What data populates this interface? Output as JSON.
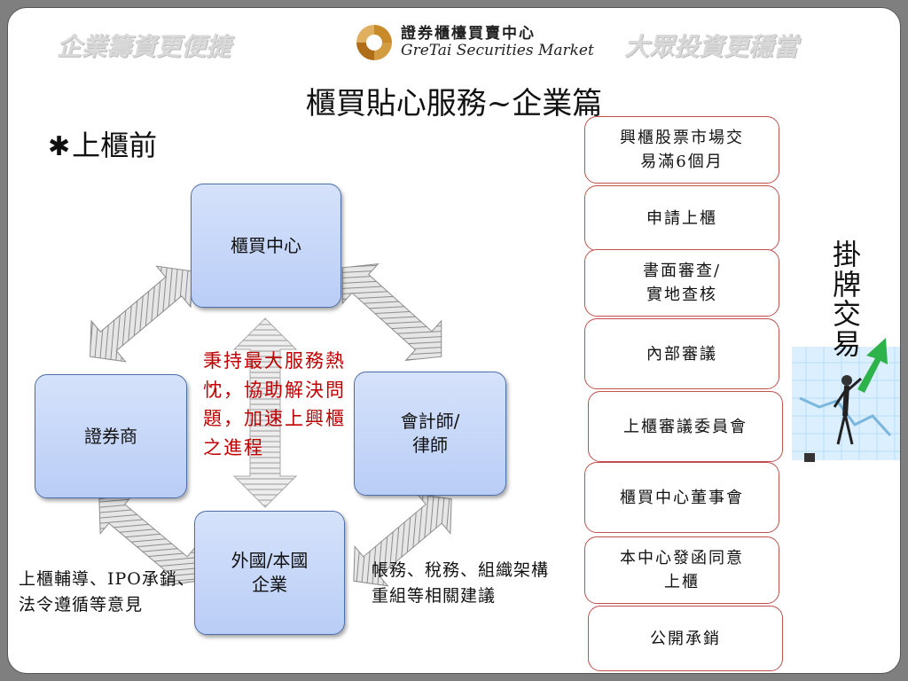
{
  "header": {
    "slogan_left": "企業籌資更便捷",
    "slogan_right": "大眾投資更穩當",
    "logo_text_zh": "證券櫃檯買賣中心",
    "logo_text_en": "GreTai Securities Market"
  },
  "title": "櫃買貼心服務~企業篇",
  "subtitle": "上櫃前",
  "subtitle_icon": "asterisk-icon",
  "diagram": {
    "nodes": {
      "otc_center": "櫃買中心",
      "broker": "證券商",
      "cpa_line1": "會計師/",
      "cpa_line2": "律師",
      "enterprise_line1": "外國/本國",
      "enterprise_line2": "企業"
    },
    "center_text": "秉持最大服務熱忱，協助解決問題，加速上興櫃之進程",
    "note_left": "上櫃輔導、IPO承銷、法令遵循等意見",
    "note_right": "帳務、稅務、組織架構重組等相關建議"
  },
  "steps": [
    {
      "line1": "興櫃股票市場交",
      "line2": "易滿6個月"
    },
    {
      "line1": "申請上櫃",
      "line2": ""
    },
    {
      "line1": "書面審查/",
      "line2": "實地查核"
    },
    {
      "line1": "內部審議",
      "line2": ""
    },
    {
      "line1": "上櫃審議委員會",
      "line2": ""
    },
    {
      "line1": "櫃買中心董事會",
      "line2": ""
    },
    {
      "line1": "本中心發函同意",
      "line2": "上櫃"
    },
    {
      "line1": "公開承銷",
      "line2": ""
    }
  ],
  "side_label": "掛牌交易",
  "colors": {
    "node_fill": "#c6d6f8",
    "node_border": "#4f6ea8",
    "step_border": "#c0504d",
    "center_text": "#c00000",
    "slogan": "#d9d9d9"
  }
}
